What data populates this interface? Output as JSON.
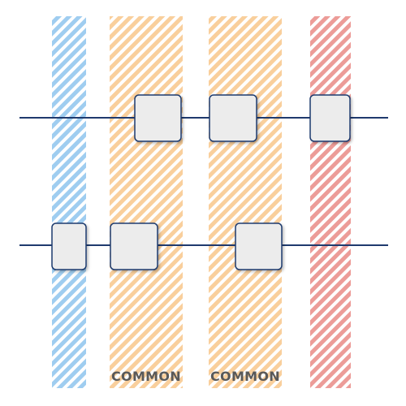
{
  "colors": {
    "background": "#ffffff",
    "line": "#1f3a6e",
    "node_fill": "#ececec",
    "node_stroke": "#1f3a6e",
    "stripe_blue": "#9fcdf0",
    "stripe_orange": "#f9cf9c",
    "stripe_red": "#ec9c98",
    "label": "#595959"
  },
  "bands": [
    {
      "id": "band-blue",
      "stripe": "blue",
      "label": ""
    },
    {
      "id": "band-common-1",
      "stripe": "orange",
      "label": "COMMON"
    },
    {
      "id": "band-common-2",
      "stripe": "orange",
      "label": "COMMON"
    },
    {
      "id": "band-red",
      "stripe": "red",
      "label": ""
    }
  ]
}
